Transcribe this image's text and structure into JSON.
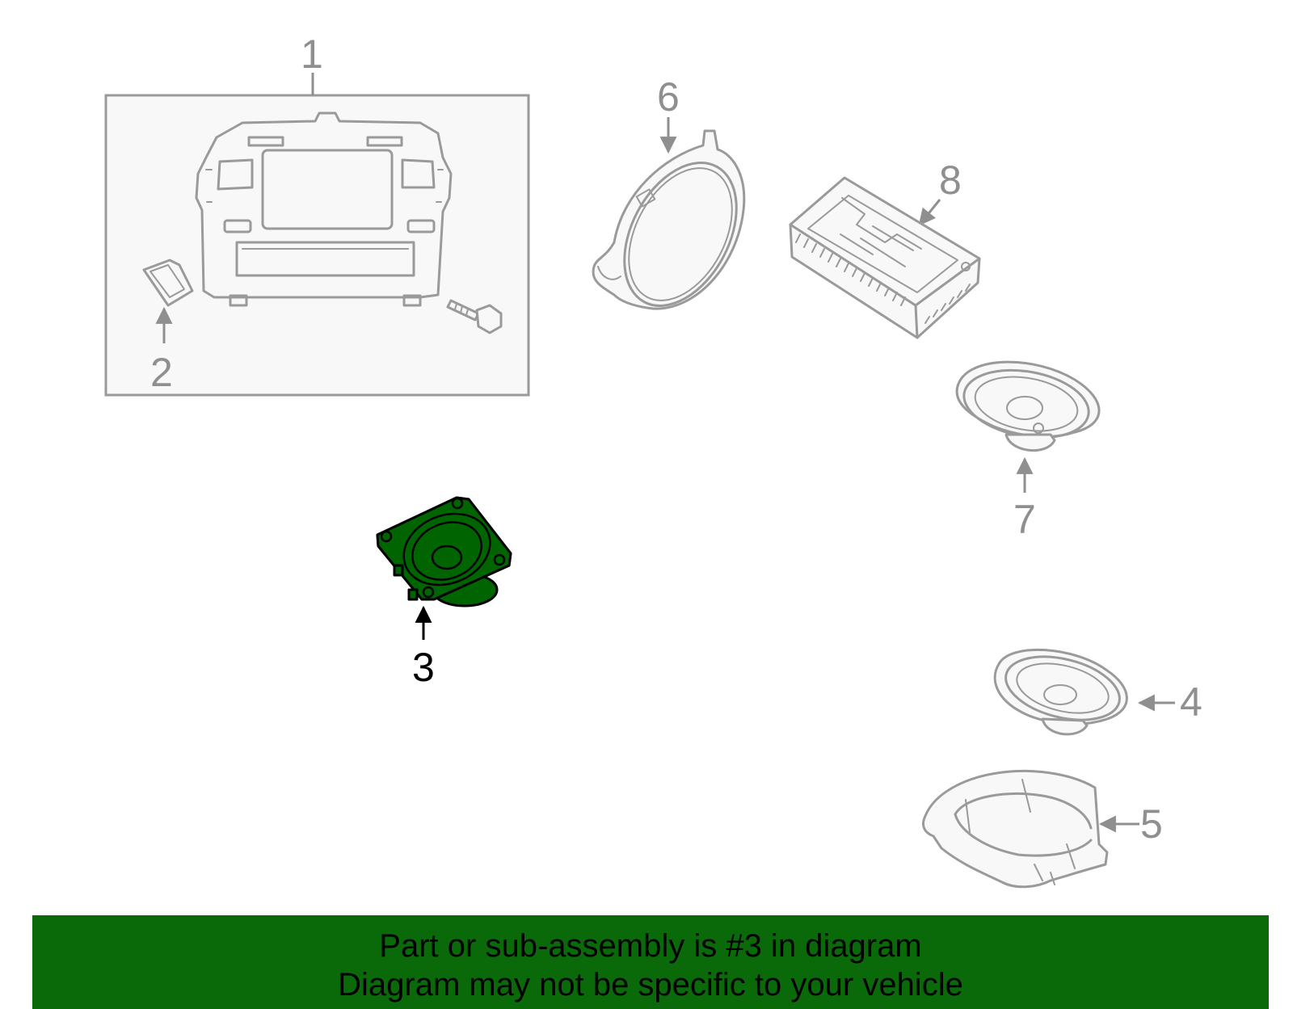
{
  "callouts": {
    "c1": "1",
    "c2": "2",
    "c3": "3",
    "c4": "4",
    "c5": "5",
    "c6": "6",
    "c7": "7",
    "c8": "8"
  },
  "highlighted_part": "3",
  "colors": {
    "highlight_fill": "#006400",
    "banner_background": "#0a6a0a",
    "part_stroke": "#9a9a9a",
    "callout_text": "#8f8f8f"
  },
  "banner": {
    "line1": "Part or sub-assembly is #3 in diagram",
    "line2": "Diagram may not be specific to your vehicle"
  }
}
